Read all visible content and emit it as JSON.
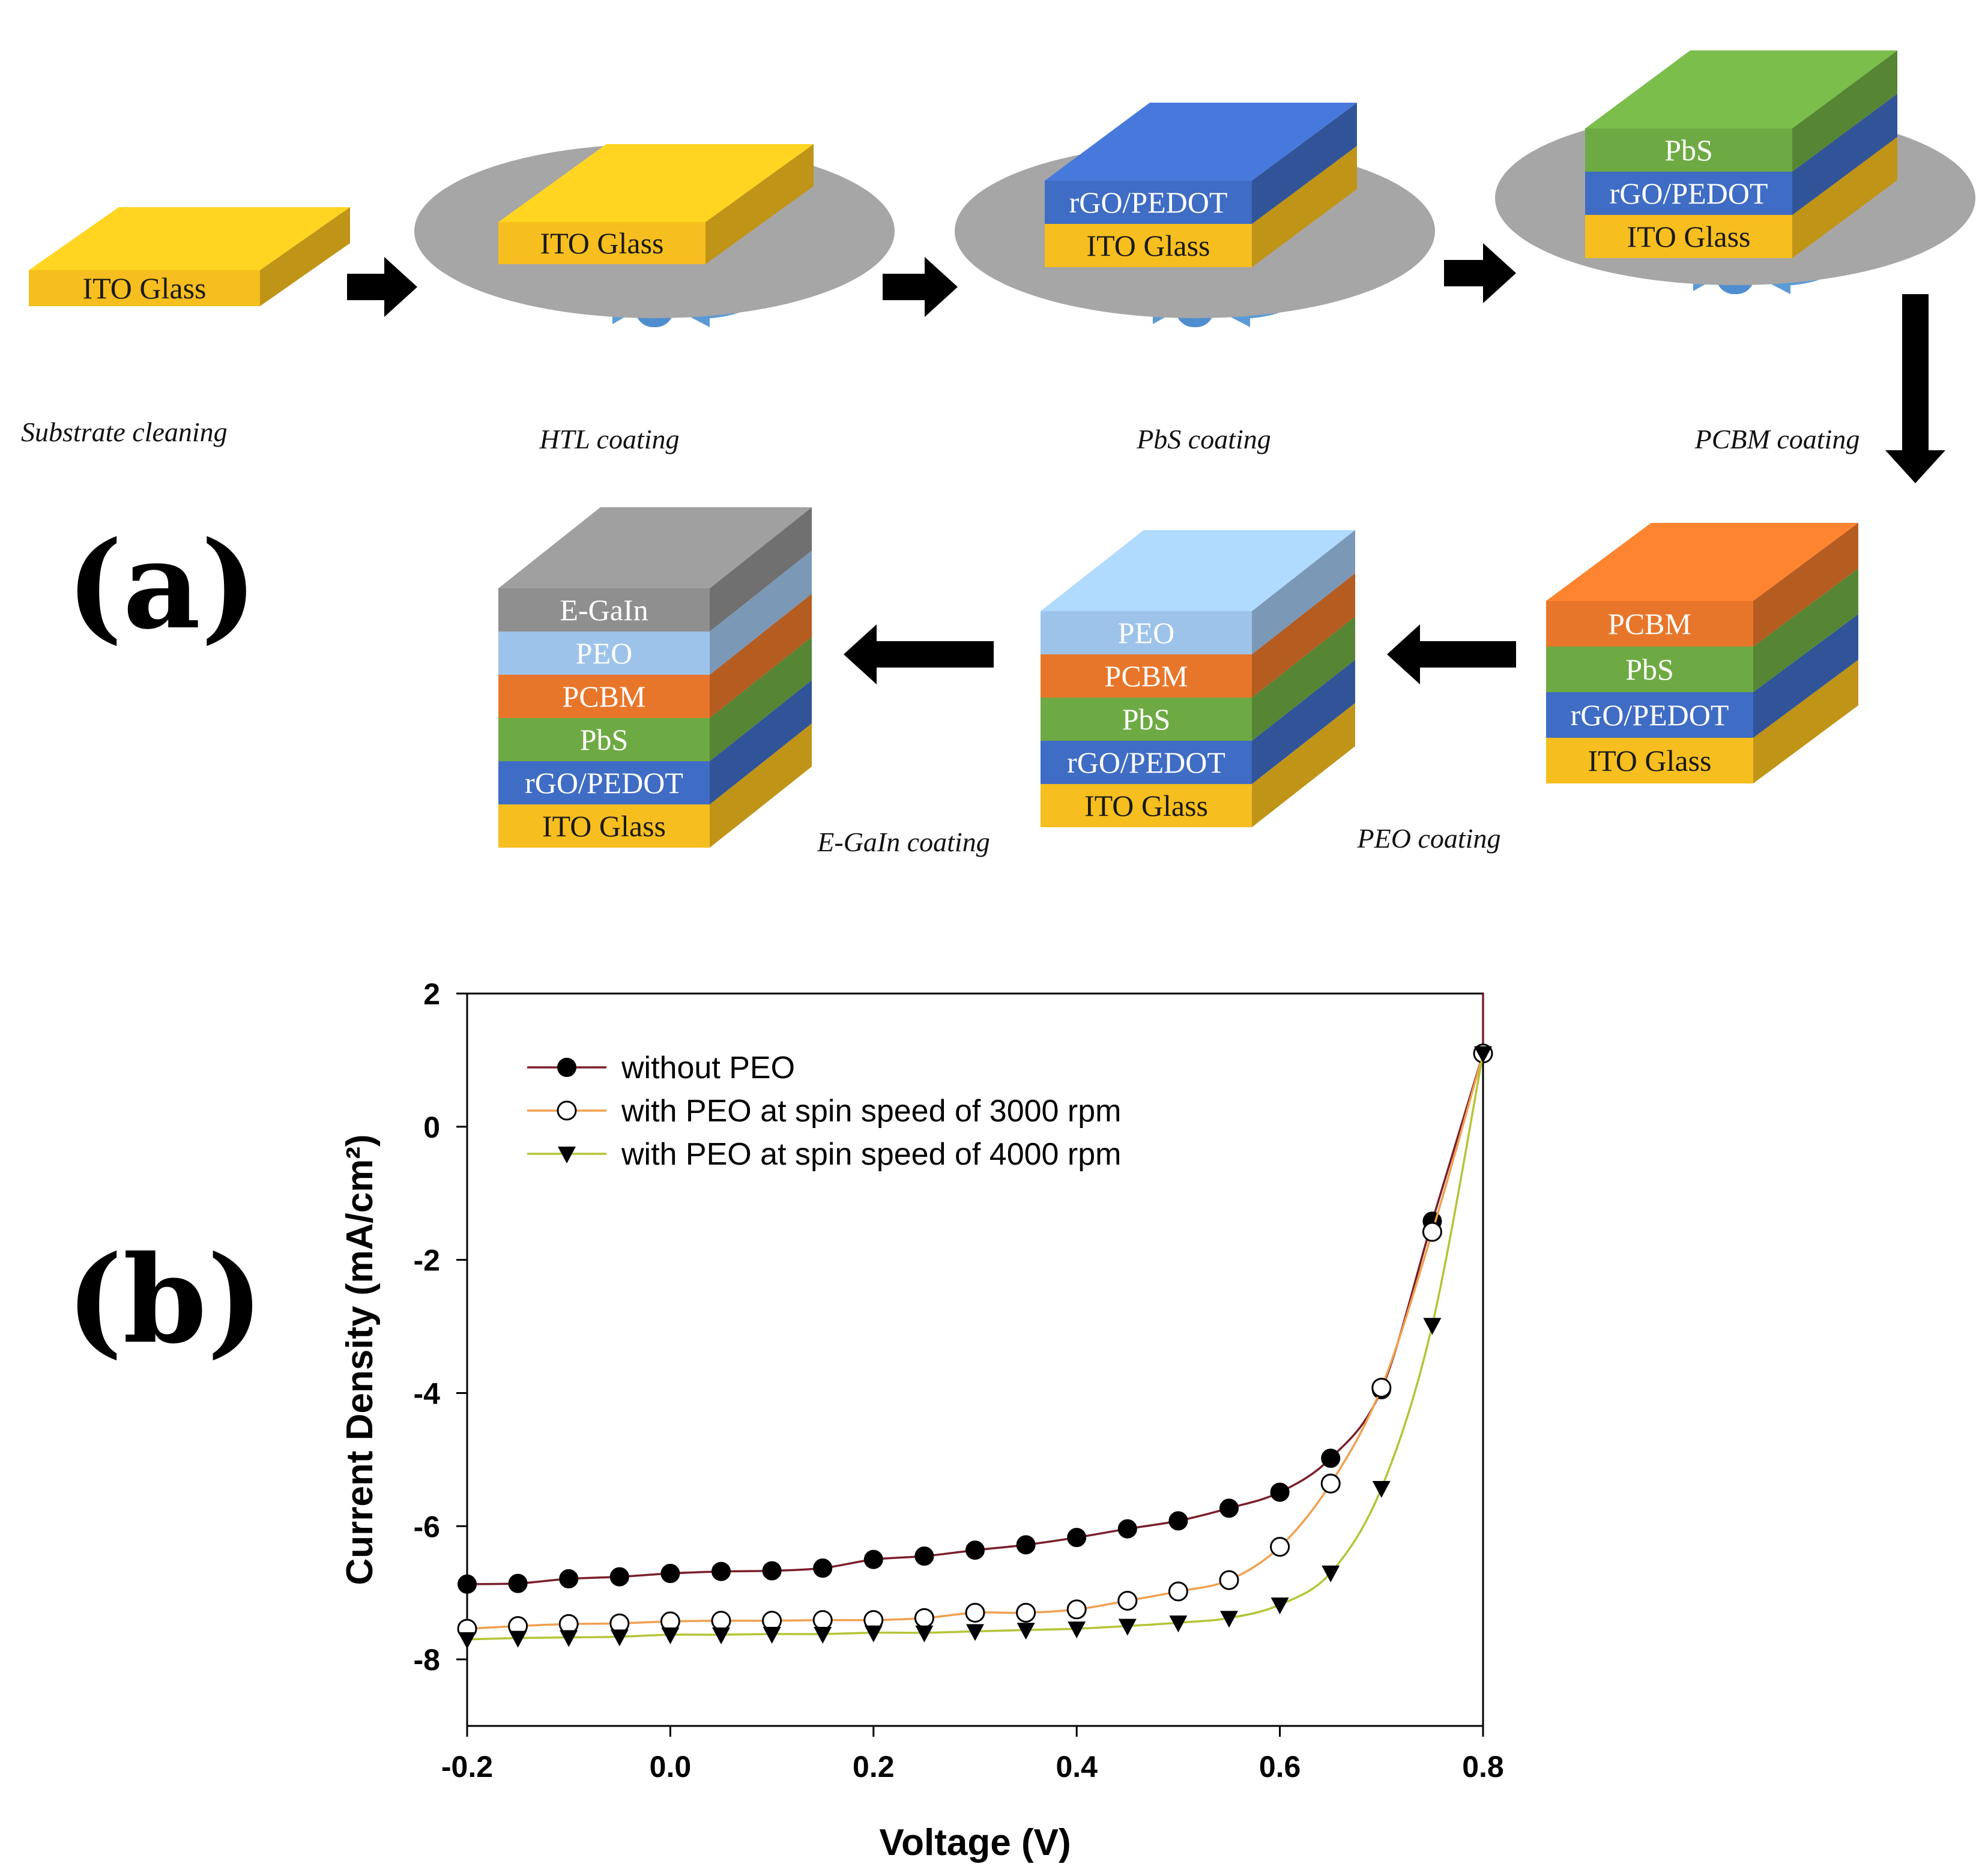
{
  "panel_a": {
    "label": "(a)",
    "steps": [
      {
        "caption": "Substrate cleaning",
        "layers": [
          "ITO Glass"
        ]
      },
      {
        "caption": "HTL coating",
        "layers": [
          "ITO Glass"
        ]
      },
      {
        "caption": "PbS coating",
        "layers": [
          "ITO Glass",
          "rGO/PEDOT"
        ]
      },
      {
        "caption": "PCBM coating",
        "layers": [
          "ITO Glass",
          "rGO/PEDOT",
          "PbS"
        ]
      },
      {
        "caption": "",
        "layers": [
          "ITO Glass",
          "rGO/PEDOT",
          "PbS",
          "PCBM"
        ]
      },
      {
        "caption": "PEO coating",
        "layers": [
          "ITO Glass",
          "rGO/PEDOT",
          "PbS",
          "PCBM",
          "PEO"
        ]
      },
      {
        "caption": "E-GaIn coating",
        "layers": [
          "ITO Glass",
          "rGO/PEDOT",
          "PbS",
          "PCBM",
          "PEO",
          "E-GaIn"
        ]
      }
    ],
    "layer_colors": {
      "ITO Glass": "#F6BE1E",
      "rGO/PEDOT": "#3F6CC4",
      "PbS": "#6EAA43",
      "PCBM": "#E8762A",
      "PEO": "#9EC3EA",
      "E-GaIn": "#8F8F8F"
    }
  },
  "panel_b": {
    "label": "(b)"
  },
  "chart_data": {
    "type": "line",
    "xlabel": "Voltage (V)",
    "ylabel": "Current Density (mA/cm²)",
    "xlim": [
      -0.2,
      0.8
    ],
    "ylim": [
      -9,
      2
    ],
    "xticks": [
      "-0.2",
      "0.0",
      "0.2",
      "0.4",
      "0.6",
      "0.8"
    ],
    "yticks": [
      "2",
      "0",
      "-2",
      "-4",
      "-6",
      "-8"
    ],
    "legend_position": "top-left",
    "x": [
      -0.2,
      -0.15,
      -0.1,
      -0.05,
      0.0,
      0.05,
      0.1,
      0.15,
      0.2,
      0.25,
      0.3,
      0.35,
      0.4,
      0.45,
      0.5,
      0.55,
      0.6,
      0.65,
      0.7,
      0.75,
      0.8
    ],
    "series": [
      {
        "name": "without PEO",
        "marker": "filled-circle",
        "line_color": "#7A1F2B",
        "values": [
          -6.87,
          -6.86,
          -6.79,
          -6.76,
          -6.71,
          -6.68,
          -6.67,
          -6.63,
          -6.5,
          -6.45,
          -6.36,
          -6.28,
          -6.17,
          -6.04,
          -5.92,
          -5.73,
          -5.49,
          -4.98,
          -3.95,
          -1.42,
          1.1
        ]
      },
      {
        "name": "with PEO at spin speed of 3000 rpm",
        "marker": "open-circle",
        "line_color": "#F0A050",
        "values": [
          -7.54,
          -7.5,
          -7.47,
          -7.46,
          -7.43,
          -7.42,
          -7.42,
          -7.41,
          -7.41,
          -7.38,
          -7.3,
          -7.3,
          -7.25,
          -7.12,
          -6.98,
          -6.81,
          -6.31,
          -5.36,
          -3.92,
          -1.58,
          1.1
        ]
      },
      {
        "name": "with PEO at spin speed of 4000 rpm",
        "marker": "filled-triangle-down",
        "line_color": "#B5C437",
        "values": [
          -7.7,
          -7.68,
          -7.67,
          -7.66,
          -7.63,
          -7.63,
          -7.62,
          -7.62,
          -7.6,
          -7.6,
          -7.58,
          -7.56,
          -7.54,
          -7.5,
          -7.45,
          -7.38,
          -7.18,
          -6.7,
          -5.43,
          -2.98,
          1.1
        ]
      }
    ]
  }
}
